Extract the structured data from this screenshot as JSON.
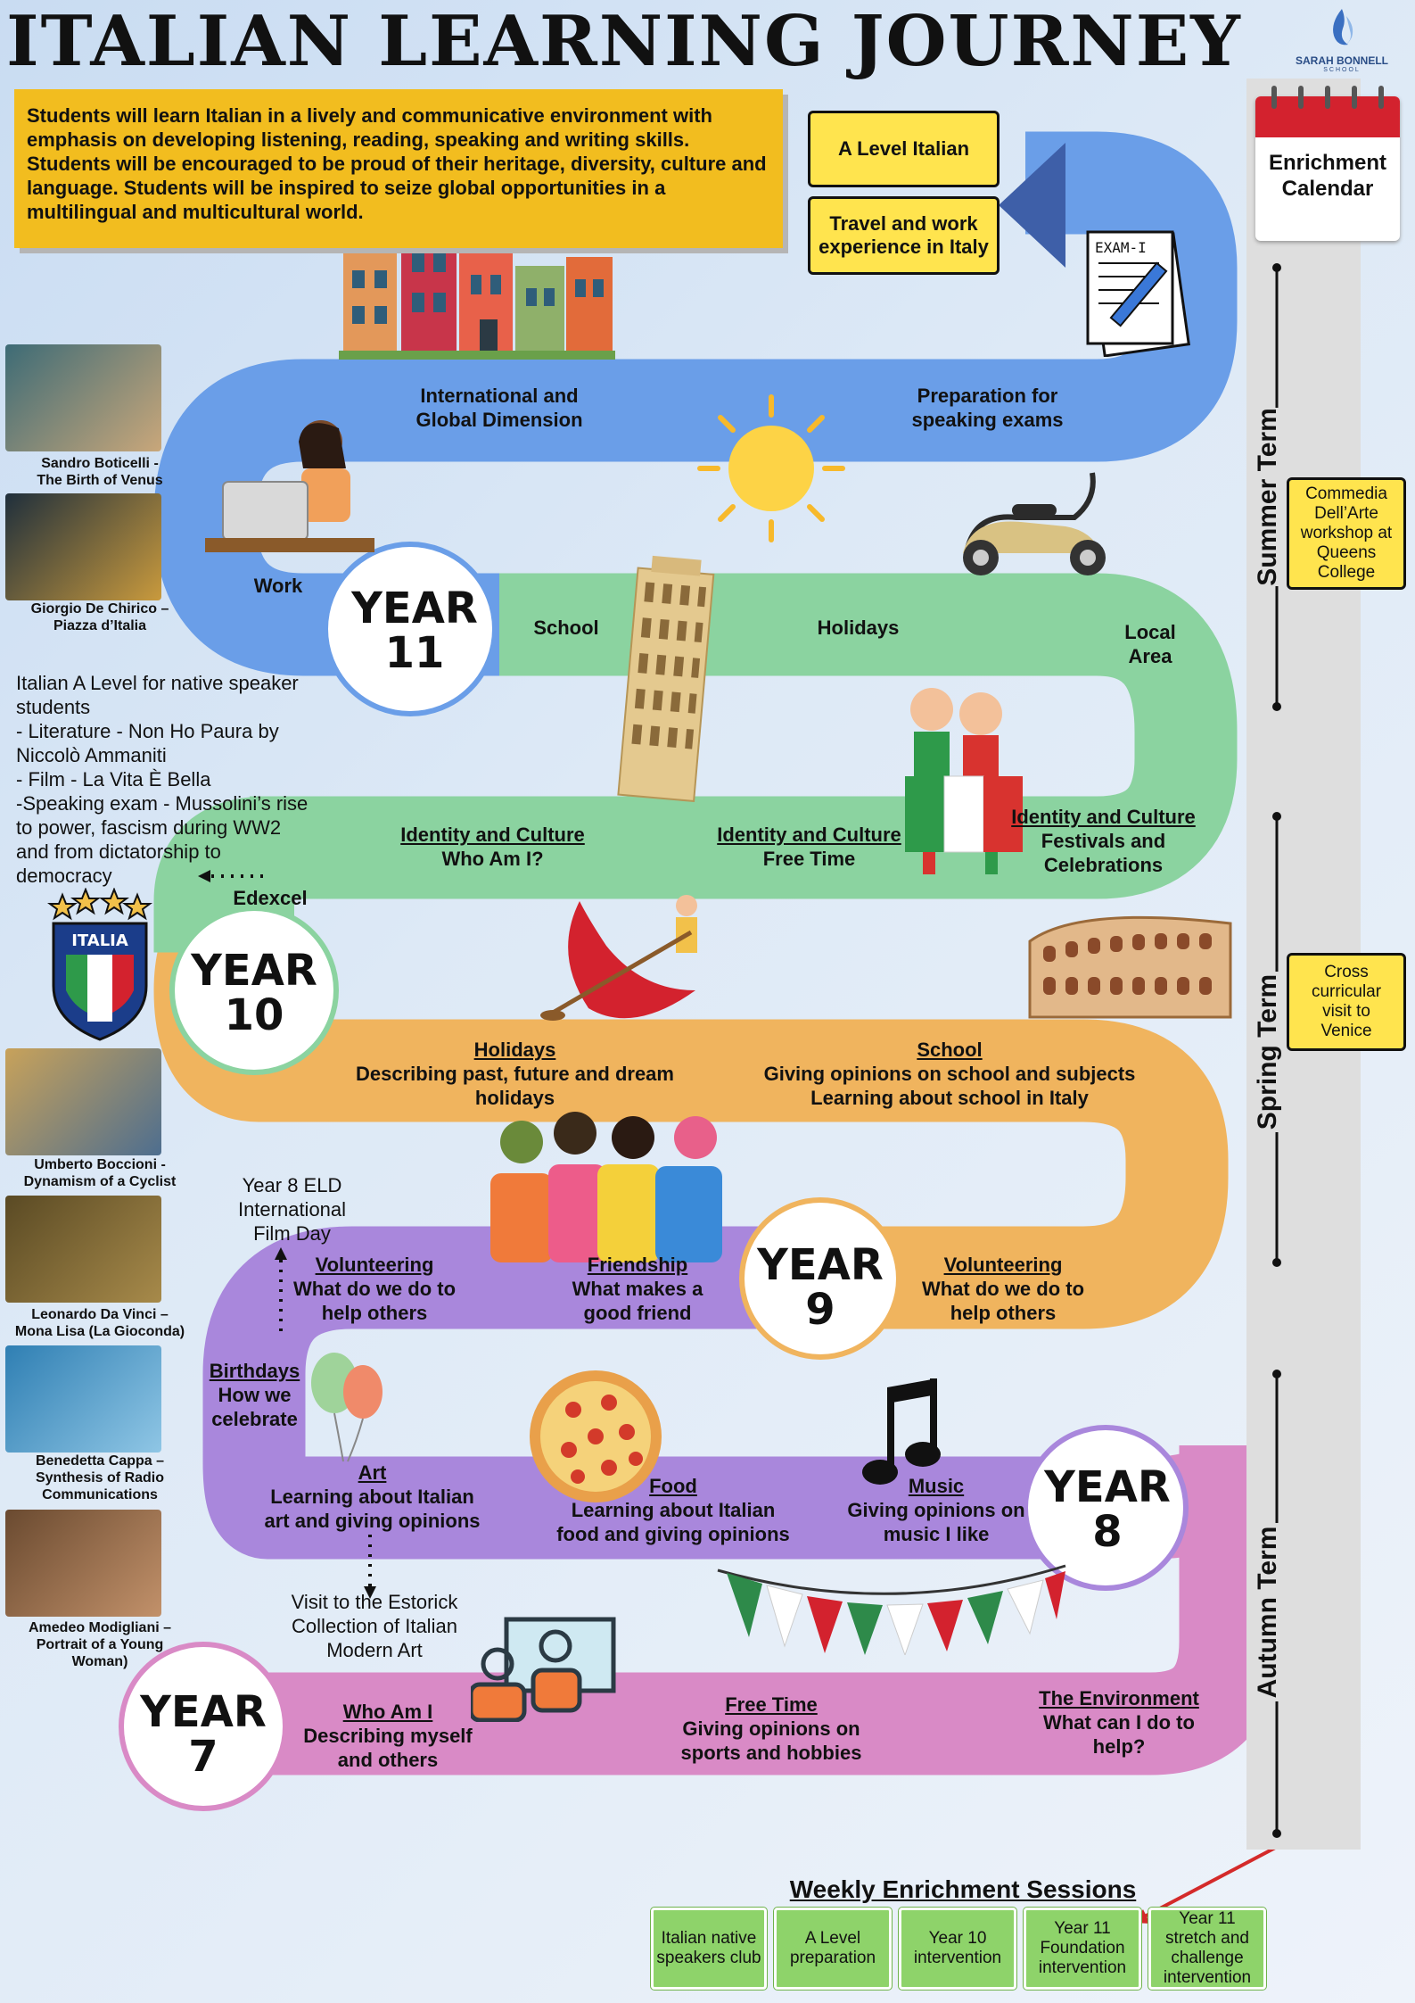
{
  "title": "ITALIAN LEARNING JOURNEY",
  "logo": {
    "name": "SARAH BONNELL",
    "sub": "SCHOOL"
  },
  "intro": "Students will learn Italian in a lively and communicative environment with emphasis on developing listening, reading, speaking and writing skills. Students will be encouraged to be proud of their heritage, diversity, culture and language. Students will be inspired to seize global opportunities in a multilingual and multicultural world.",
  "destinations": [
    "A Level Italian",
    "Travel and work experience in Italy"
  ],
  "exam_label": "EXAM-I",
  "years": {
    "y7": [
      "YEAR",
      "7"
    ],
    "y8": [
      "YEAR",
      "8"
    ],
    "y9": [
      "YEAR",
      "9"
    ],
    "y10": [
      "YEAR",
      "10"
    ],
    "y11": [
      "YEAR",
      "11"
    ]
  },
  "year11": {
    "topic1": [
      "International and",
      "Global Dimension"
    ],
    "topic2": [
      "Preparation for",
      "speaking exams"
    ],
    "work": "Work",
    "school": "School",
    "holidays": "Holidays",
    "local": [
      "Local",
      "Area"
    ]
  },
  "year10": {
    "t1": {
      "head": "Identity and Culture",
      "sub": "Who Am I?"
    },
    "t2": {
      "head": "Identity and Culture",
      "sub": "Free Time"
    },
    "t3": {
      "head": "Identity and Culture",
      "sub": [
        "Festivals and",
        "Celebrations"
      ]
    },
    "edexcel": "Edexcel",
    "holidays": {
      "head": "Holidays",
      "sub": [
        "Describing past, future and dream",
        "holidays"
      ]
    },
    "school": {
      "head": "School",
      "sub": [
        "Giving opinions on school and subjects",
        "Learning about school in Italy"
      ]
    }
  },
  "year9": {
    "vol1": {
      "head": "Volunteering",
      "sub": [
        "What do we do to",
        "help others"
      ]
    },
    "friend": {
      "head": "Friendship",
      "sub": [
        "What makes a",
        "good friend"
      ]
    },
    "vol2": {
      "head": "Volunteering",
      "sub": [
        "What do we do to",
        "help others"
      ]
    },
    "film": [
      "Year 8 ELD",
      "International",
      "Film Day"
    ]
  },
  "year8": {
    "birthdays": {
      "head": "Birthdays",
      "sub": [
        "How we",
        "celebrate"
      ]
    },
    "art": {
      "head": "Art",
      "sub": [
        "Learning about Italian",
        "art and giving opinions"
      ]
    },
    "food": {
      "head": "Food",
      "sub": [
        "Learning about Italian",
        "food and giving opinions"
      ]
    },
    "music": {
      "head": "Music",
      "sub": [
        "Giving opinions on",
        "music I like"
      ]
    },
    "visit": [
      "Visit to the Estorick",
      "Collection of Italian",
      "Modern Art"
    ]
  },
  "year7": {
    "whoami": {
      "head": "Who Am I",
      "sub": [
        "Describing myself",
        "and others"
      ]
    },
    "free": {
      "head": "Free Time",
      "sub": [
        "Giving opinions on",
        "sports and hobbies"
      ]
    },
    "env": {
      "head": "The Environment",
      "sub": [
        "What can I do to",
        "help?"
      ]
    }
  },
  "alevel_note": [
    "Italian A Level for native speaker",
    "students",
    "- Literature - Non Ho Paura by",
    "Niccolò Ammaniti",
    "- Film - La Vita È Bella",
    "-Speaking exam - Mussolini’s rise",
    "to power, fascism during WW2",
    "and from dictatorship to",
    "democracy"
  ],
  "badge_text": "ITALIA",
  "artworks": [
    {
      "caption": [
        "Sandro Boticelli -",
        "The Birth of Venus"
      ],
      "colors": [
        "#3d6b76",
        "#c9a77a"
      ]
    },
    {
      "caption": [
        "Giorgio De Chirico –",
        "Piazza d’Italia"
      ],
      "colors": [
        "#1f2f3c",
        "#c99a3d"
      ]
    },
    {
      "caption": [
        "Umberto Boccioni -",
        "Dynamism of a Cyclist"
      ],
      "colors": [
        "#c8a25a",
        "#4e6e8f"
      ]
    },
    {
      "caption": [
        "Leonardo Da Vinci –",
        "Mona Lisa (La Gioconda)"
      ],
      "colors": [
        "#5a4a24",
        "#a78a4a"
      ]
    },
    {
      "caption": [
        "Benedetta Cappa –",
        "Synthesis of Radio",
        "Communications"
      ],
      "colors": [
        "#2f7fb3",
        "#8fc6e5"
      ]
    },
    {
      "caption": [
        "Amedeo Modigliani –",
        "Portrait of a Young",
        "Woman)"
      ],
      "colors": [
        "#6a4a30",
        "#c2916a"
      ]
    }
  ],
  "sidebar": {
    "calendar": [
      "Enrichment",
      "Calendar"
    ],
    "summer": "Summer Term",
    "spring": "Spring Term",
    "autumn": "Autumn Term",
    "commedia": [
      "Commedia",
      "Dell’Arte",
      "workshop at",
      "Queens",
      "College"
    ],
    "venice": [
      "Cross",
      "curricular",
      "visit to",
      "Venice"
    ]
  },
  "weekly": {
    "title": "Weekly Enrichment Sessions",
    "boxes": [
      [
        "Italian native",
        "speakers club"
      ],
      [
        "A Level",
        "preparation"
      ],
      [
        "Year 10",
        "intervention"
      ],
      [
        "Year 11",
        "Foundation",
        "intervention"
      ],
      [
        "Year 11",
        "stretch and",
        "challenge",
        "intervention"
      ]
    ]
  },
  "colors": {
    "year11": "#6a9ee8",
    "year11b": "#8bd3a0",
    "year10": "#f0b45e",
    "year9": "#a987dc",
    "year8": "#a987dc",
    "year7": "#d98ac6"
  }
}
